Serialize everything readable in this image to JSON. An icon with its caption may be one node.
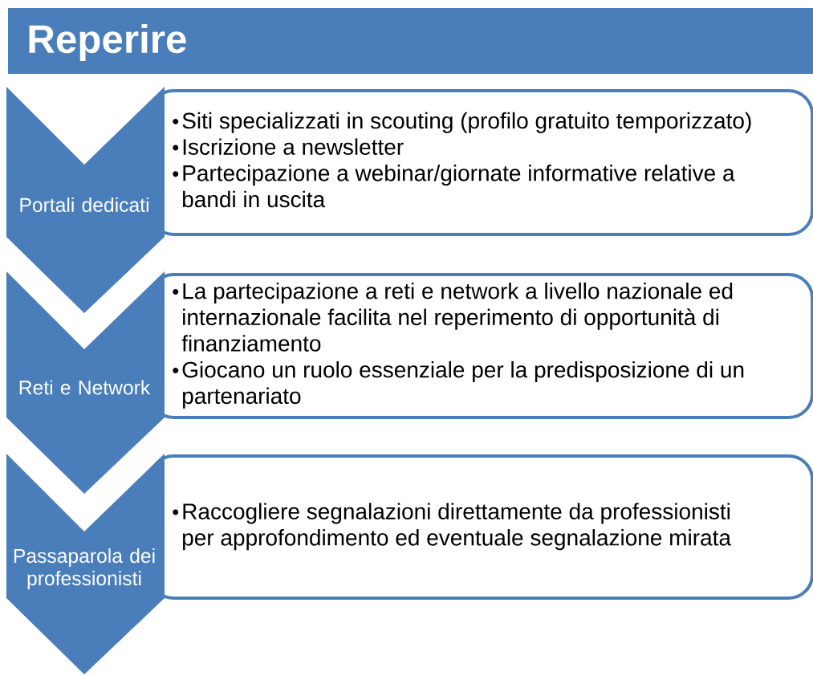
{
  "diagram": {
    "title": "Reperire",
    "nodes": [
      {
        "text": [
          "Portali dedicati"
        ]
      },
      {
        "text": [
          "Siti specializzati in scouting (profilo gratuito temporizzato)",
          "Iscrizione a newsletter",
          "Partecipazione a webinar/giornate informative relative a bandi in uscita"
        ]
      },
      {
        "text": [
          "Reti e Network"
        ]
      },
      {
        "text": [
          "La partecipazione a reti e network a livello nazionale ed internazionale facilita nel reperimento di opportunità di finanziamento",
          "Giocano un ruolo essenziale per la predisposizione di un partenariato"
        ]
      },
      {
        "text": [
          "Passaparola dei professionisti"
        ]
      },
      {
        "text": [
          "Raccogliere segnalazioni direttamente da professionisti per approfondimento ed eventuale segnalazione mirata"
        ]
      }
    ]
  }
}
